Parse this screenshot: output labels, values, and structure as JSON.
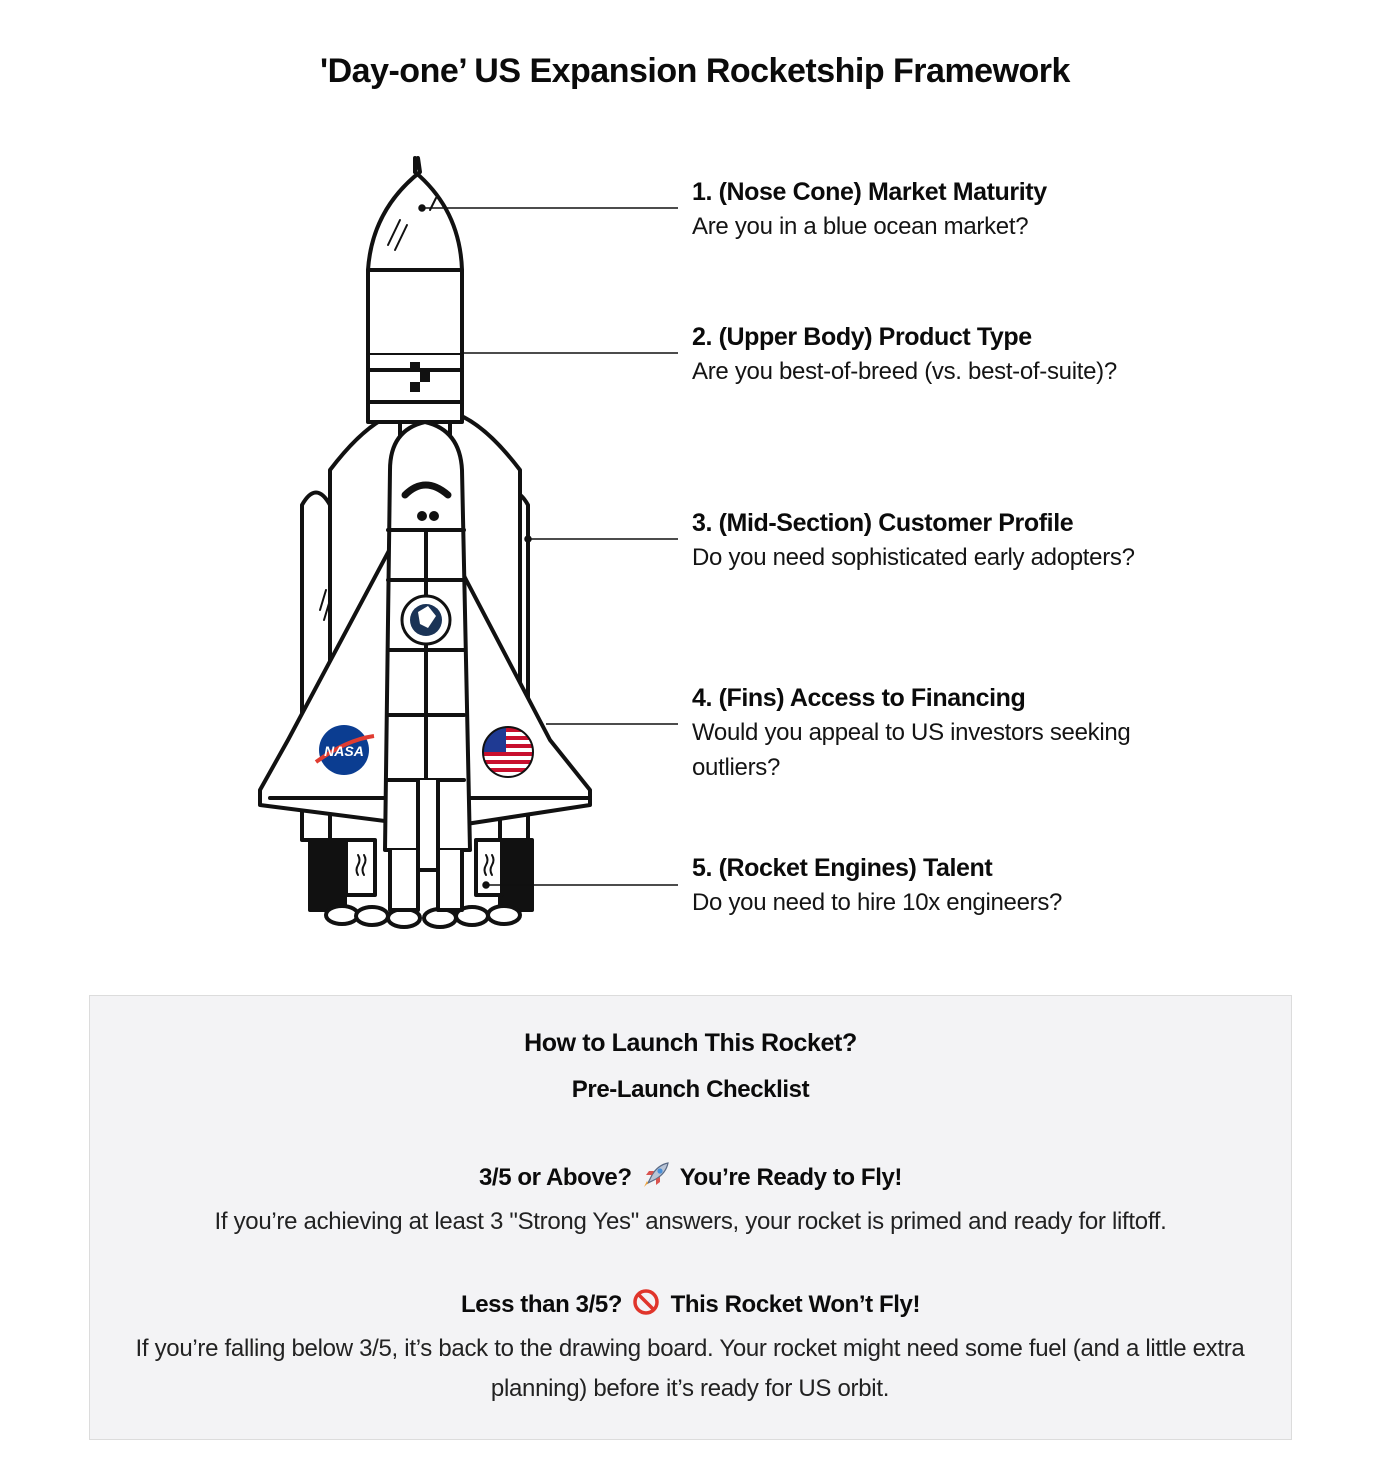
{
  "title": "'Day-one’ US Expansion Rocketship Framework",
  "rocket": {
    "wing_badge_left": "NASA"
  },
  "items": [
    {
      "title": "1. (Nose Cone)  Market Maturity",
      "desc": "Are you in a blue ocean market?"
    },
    {
      "title": "2. (Upper Body) Product Type",
      "desc": "Are you best-of-breed (vs. best-of-suite)?"
    },
    {
      "title": "3. (Mid-Section) Customer Profile",
      "desc": "Do you need sophisticated early adopters?"
    },
    {
      "title": "4. (Fins) Access to Financing",
      "desc": "Would you appeal to US investors seeking outliers?"
    },
    {
      "title": "5. (Rocket Engines) Talent",
      "desc": "Do you need to hire 10x engineers?"
    }
  ],
  "checklist": {
    "heading": "How to Launch This Rocket?",
    "subheading": "Pre-Launch Checklist",
    "pass": {
      "label_before": "3/5 or Above?",
      "icon": "rocket-icon",
      "label_after": "You’re Ready to Fly!",
      "text": "If you’re achieving at least 3 \"Strong Yes\" answers, your rocket is primed and ready for liftoff."
    },
    "fail": {
      "label_before": "Less than 3/5?",
      "icon": "prohibited-icon",
      "label_after": "This Rocket Won’t Fly!",
      "text": "If you’re falling below 3/5, it’s back to the drawing board. Your rocket might need some fuel (and a little extra planning) before it’s ready for US orbit."
    }
  },
  "colors": {
    "ink": "#111111",
    "panel_bg": "#f3f3f5",
    "nasa_blue": "#0b3d91",
    "nasa_red": "#e03c31",
    "flag_red": "#c8102e",
    "prohibited_red": "#e0352b"
  }
}
